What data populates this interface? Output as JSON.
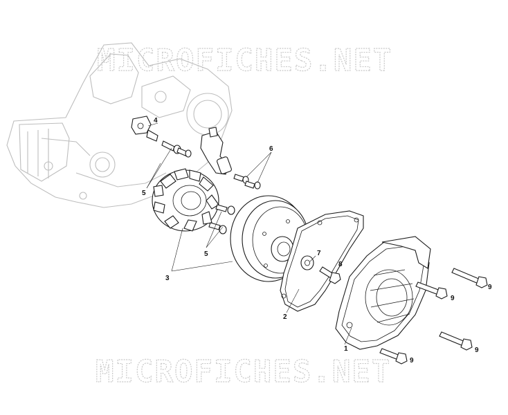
{
  "watermark": {
    "top": "MICROFICHES.NET",
    "bottom": "MICROFICHES.NET"
  },
  "callouts": [
    {
      "id": "c1",
      "text": "1"
    },
    {
      "id": "c2",
      "text": "2"
    },
    {
      "id": "c3",
      "text": "3"
    },
    {
      "id": "c4",
      "text": "4"
    },
    {
      "id": "c5a",
      "text": "5"
    },
    {
      "id": "c5b",
      "text": "5"
    },
    {
      "id": "c6",
      "text": "6"
    },
    {
      "id": "c7",
      "text": "7"
    },
    {
      "id": "c8",
      "text": "8"
    },
    {
      "id": "c9a",
      "text": "9"
    },
    {
      "id": "c9b",
      "text": "9"
    },
    {
      "id": "c9c",
      "text": "9"
    },
    {
      "id": "c9d",
      "text": "9"
    }
  ]
}
